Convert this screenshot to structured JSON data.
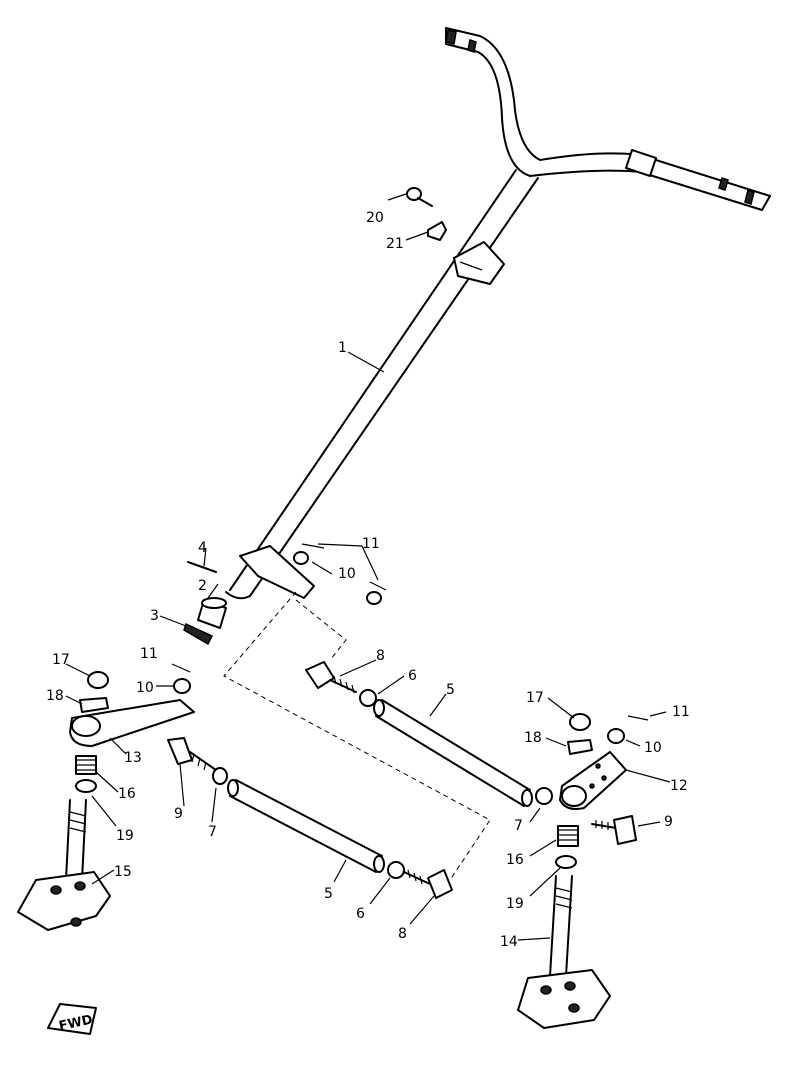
{
  "diagram": {
    "callouts": {
      "c1": "1",
      "c2": "2",
      "c3": "3",
      "c4": "4",
      "c5a": "5",
      "c5b": "5",
      "c6a": "6",
      "c6b": "6",
      "c7a": "7",
      "c7b": "7",
      "c8a": "8",
      "c8b": "8",
      "c9a": "9",
      "c9b": "9",
      "c10a": "10",
      "c10b": "10",
      "c10c": "10",
      "c11a": "11",
      "c11b": "11",
      "c11c": "11",
      "c12": "12",
      "c13": "13",
      "c14": "14",
      "c15": "15",
      "c16a": "16",
      "c16b": "16",
      "c17a": "17",
      "c17b": "17",
      "c18a": "18",
      "c18b": "18",
      "c19a": "19",
      "c19b": "19",
      "c20": "20",
      "c21": "21"
    },
    "direction_badge": "FWD"
  }
}
